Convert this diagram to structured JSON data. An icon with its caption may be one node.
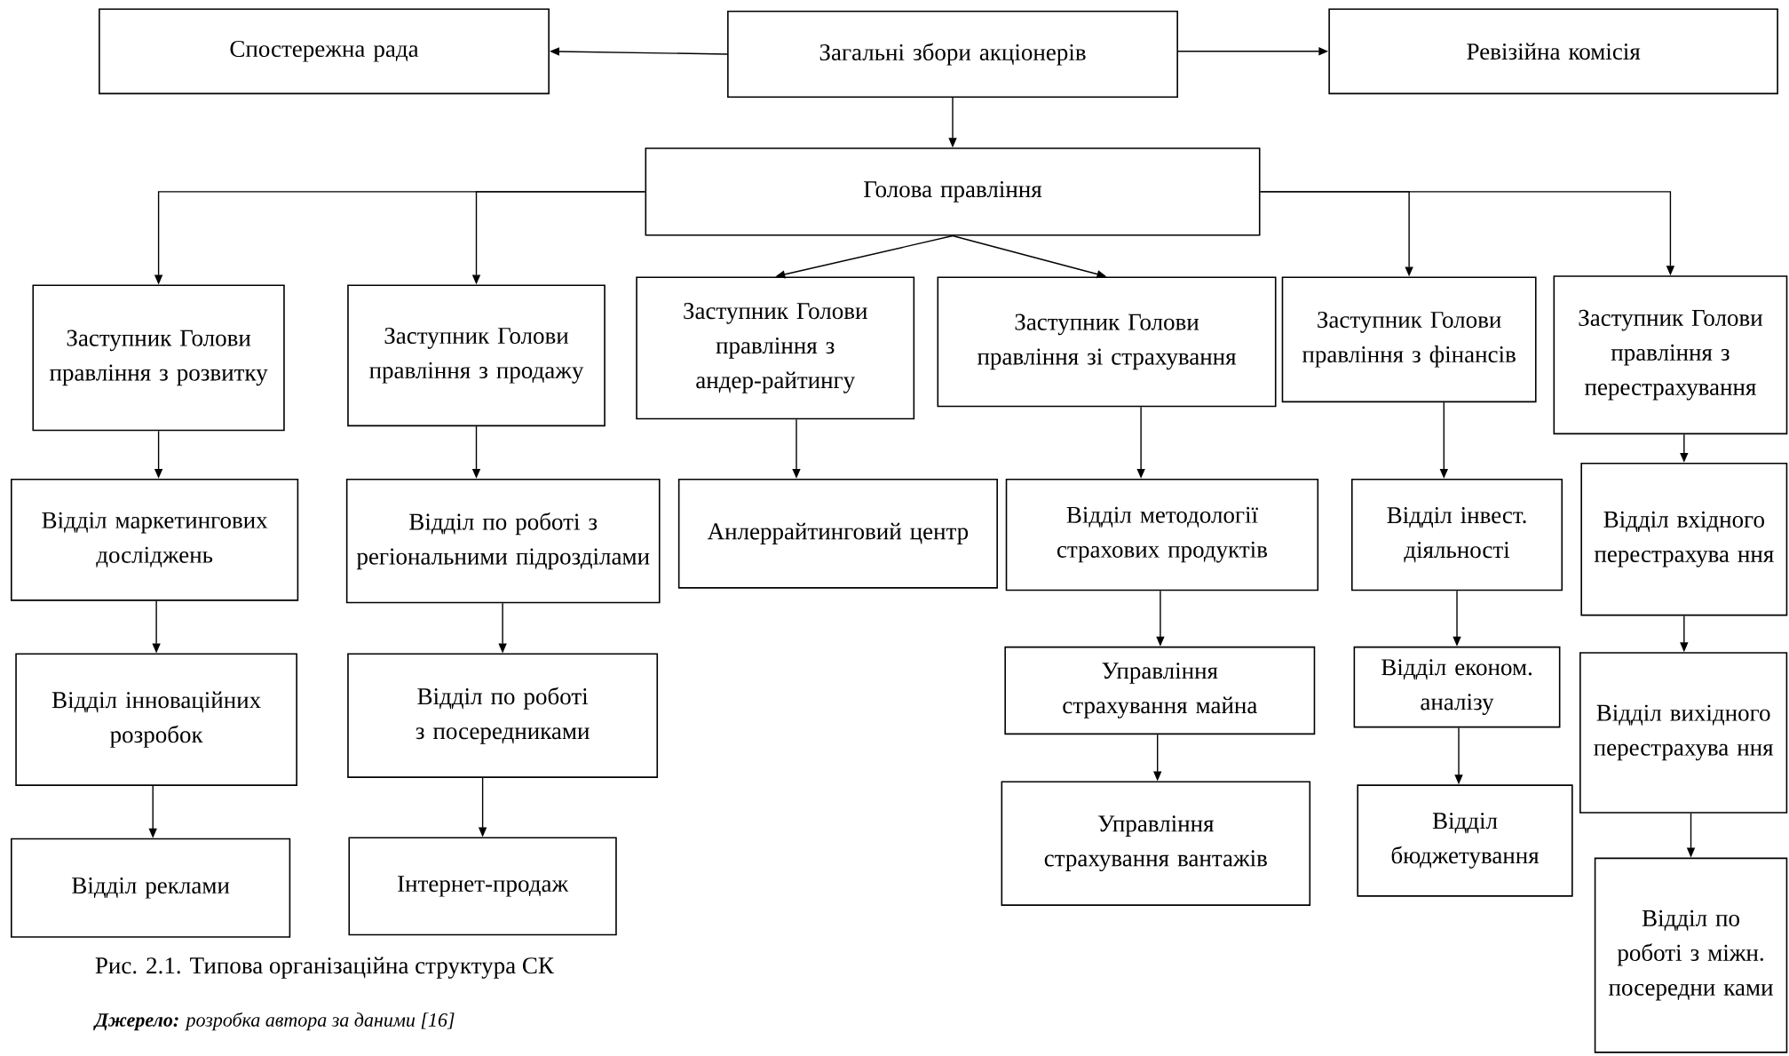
{
  "diagram": {
    "caption": "Рис. 2.1. Типова організаційна структура СК",
    "nodes": [
      {
        "text": [
          "Загальні збори акціонерів"
        ]
      },
      {
        "text": [
          "Спостережна рада"
        ]
      },
      {
        "text": [
          "Ревізійна комісія"
        ]
      },
      {
        "text": [
          "Голова правління"
        ]
      },
      {
        "text": [
          "Заступник Голови правління з розвитку"
        ]
      },
      {
        "text": [
          "Заступник Голови правління з продажу"
        ]
      },
      {
        "text": [
          "Заступник Голови правління з андер-райтингу"
        ]
      },
      {
        "text": [
          "Заступник Голови правління зі страхування"
        ]
      },
      {
        "text": [
          "Заступник Голови правління з фінансів"
        ]
      },
      {
        "text": [
          "Заступник Голови правління з перестрахування"
        ]
      },
      {
        "text": [
          "Відділ маркетингових досліджень"
        ]
      },
      {
        "text": [
          "Відділ по роботі з регіональними підрозділами"
        ]
      },
      {
        "text": [
          "Анлеррайтинговий центр"
        ]
      },
      {
        "text": [
          "Відділ методології страхових продуктів"
        ]
      },
      {
        "text": [
          "Відділ інвест. діяльності"
        ]
      },
      {
        "text": [
          "Відділ вхідного перестрахува ння"
        ]
      },
      {
        "text": [
          "Відділ інноваційних розробок"
        ]
      },
      {
        "text": [
          "Відділ по роботі з посередниками"
        ]
      },
      {
        "text": [
          "Управління страхування майна"
        ]
      },
      {
        "text": [
          "Відділ економ. аналізу"
        ]
      },
      {
        "text": [
          "Відділ вихідного перестрахува ння"
        ]
      },
      {
        "text": [
          "Відділ реклами"
        ]
      },
      {
        "text": [
          "Інтернет-продаж"
        ]
      },
      {
        "text": [
          "Управління страхування вантажів"
        ]
      },
      {
        "text": [
          "Відділ бюджетування"
        ]
      },
      {
        "text": [
          "Відділ по роботі з міжн. посередни ками"
        ]
      }
    ],
    "edges": [
      {
        "from": 0,
        "to": 1,
        "arrow": "to"
      },
      {
        "from": 0,
        "to": 2,
        "arrow": "to"
      },
      {
        "from": 0,
        "to": 3,
        "arrow": "to"
      },
      {
        "from": 3,
        "to": 4,
        "arrow": "to"
      },
      {
        "from": 3,
        "to": 5,
        "arrow": "to"
      },
      {
        "from": 3,
        "to": 6,
        "arrow": "to"
      },
      {
        "from": 3,
        "to": 7,
        "arrow": "to"
      },
      {
        "from": 3,
        "to": 8,
        "arrow": "to"
      },
      {
        "from": 3,
        "to": 9,
        "arrow": "to"
      },
      {
        "from": 4,
        "to": 10,
        "arrow": "to"
      },
      {
        "from": 10,
        "to": 16,
        "arrow": "to"
      },
      {
        "from": 16,
        "to": 21,
        "arrow": "to"
      },
      {
        "from": 5,
        "to": 11,
        "arrow": "to"
      },
      {
        "from": 11,
        "to": 17,
        "arrow": "to"
      },
      {
        "from": 17,
        "to": 22,
        "arrow": "to"
      },
      {
        "from": 6,
        "to": 12,
        "arrow": "to"
      },
      {
        "from": 7,
        "to": 13,
        "arrow": "to"
      },
      {
        "from": 13,
        "to": 18,
        "arrow": "to"
      },
      {
        "from": 18,
        "to": 23,
        "arrow": "to"
      },
      {
        "from": 8,
        "to": 14,
        "arrow": "to"
      },
      {
        "from": 14,
        "to": 19,
        "arrow": "to"
      },
      {
        "from": 19,
        "to": 24,
        "arrow": "to"
      },
      {
        "from": 9,
        "to": 15,
        "arrow": "to"
      },
      {
        "from": 15,
        "to": 20,
        "arrow": "to"
      },
      {
        "from": 20,
        "to": 25,
        "arrow": "to"
      }
    ],
    "labels": [
      "**Джерело:** розробка автора за даними [16]"
    ]
  }
}
